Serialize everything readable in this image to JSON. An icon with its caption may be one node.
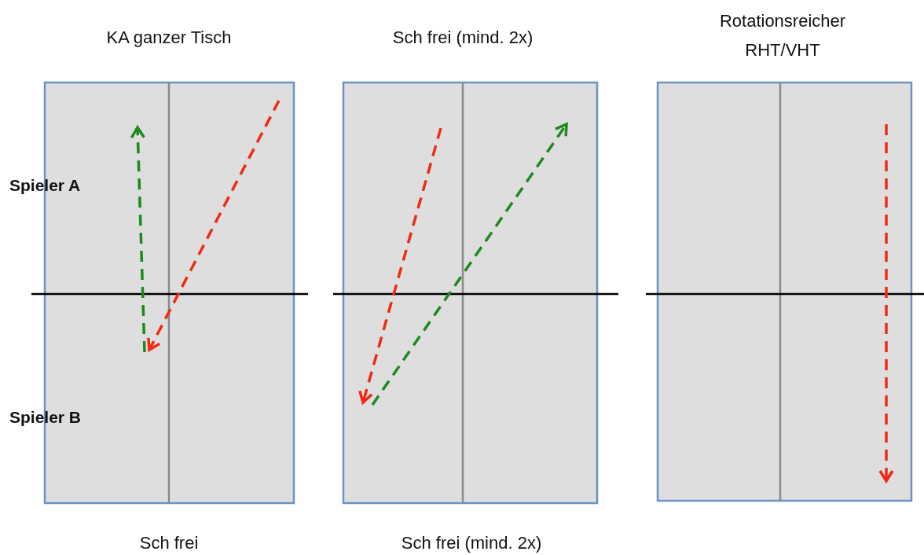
{
  "diagram": {
    "labels": [
      "KA ganzer Tisch",
      "Sch frei (mind. 2x)",
      "Rotationsreicher RHT/VHT",
      "Spieler A",
      "Spieler B",
      "Sch frei",
      "Sch frei (mind. 2x)"
    ]
  }
}
